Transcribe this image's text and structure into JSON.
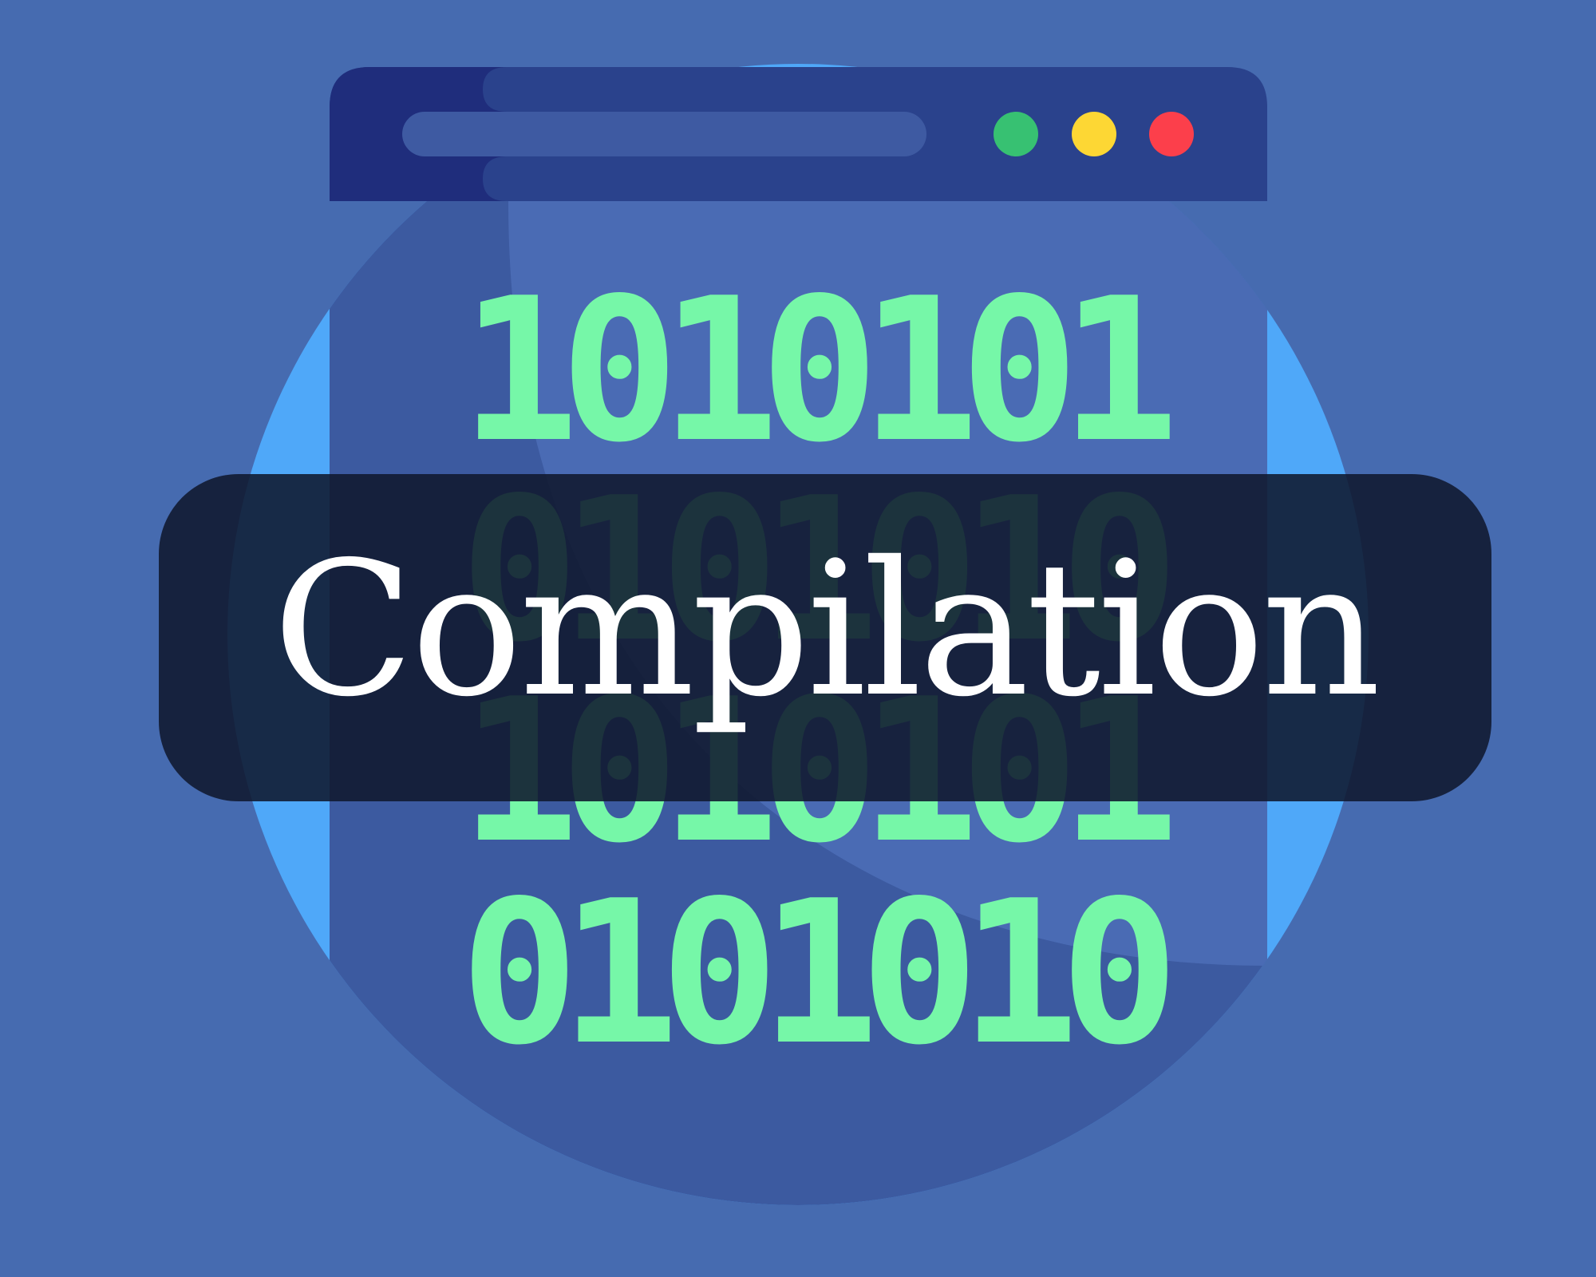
{
  "title": "Compilation",
  "binary_lines": [
    "1010101",
    "0101010",
    "1010101",
    "0101010"
  ],
  "window": {
    "dots": [
      {
        "name": "green",
        "color": "#37c172"
      },
      {
        "name": "yellow",
        "color": "#fdd734"
      },
      {
        "name": "red",
        "color": "#fc3f4b"
      }
    ]
  },
  "colors": {
    "background": "#466bb0",
    "circle": "#4fa8f9",
    "window_body": "#3c5aa0",
    "window_header": "#2a428c",
    "digits": "#76f7a8"
  }
}
